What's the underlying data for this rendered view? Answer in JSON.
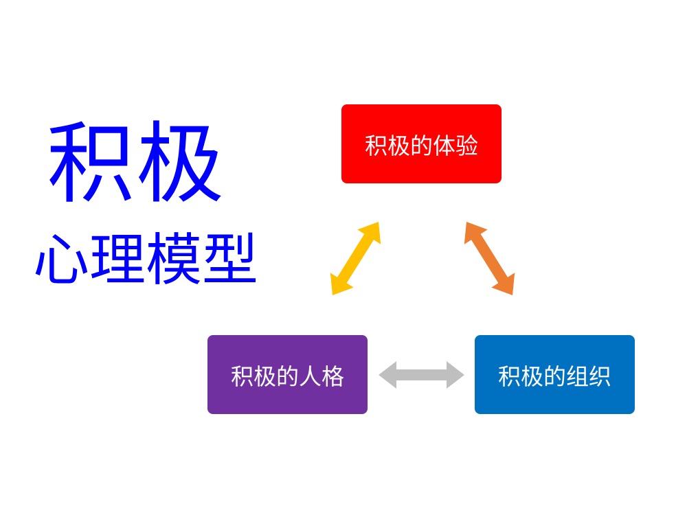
{
  "title": {
    "main": "积极",
    "sub": "心理模型"
  },
  "nodes": [
    {
      "label": "积极的体验",
      "color": "#FF0000"
    },
    {
      "label": "积极的人格",
      "color": "#7030A0"
    },
    {
      "label": "积极的组织",
      "color": "#0070C0"
    }
  ],
  "arrows": [
    {
      "from": "积极的人格",
      "to": "积极的体验",
      "color": "#FFC000"
    },
    {
      "from": "积极的体验",
      "to": "积极的组织",
      "color": "#ED7D31"
    },
    {
      "from": "积极的人格",
      "to": "积极的组织",
      "color": "#BFBFBF"
    }
  ]
}
